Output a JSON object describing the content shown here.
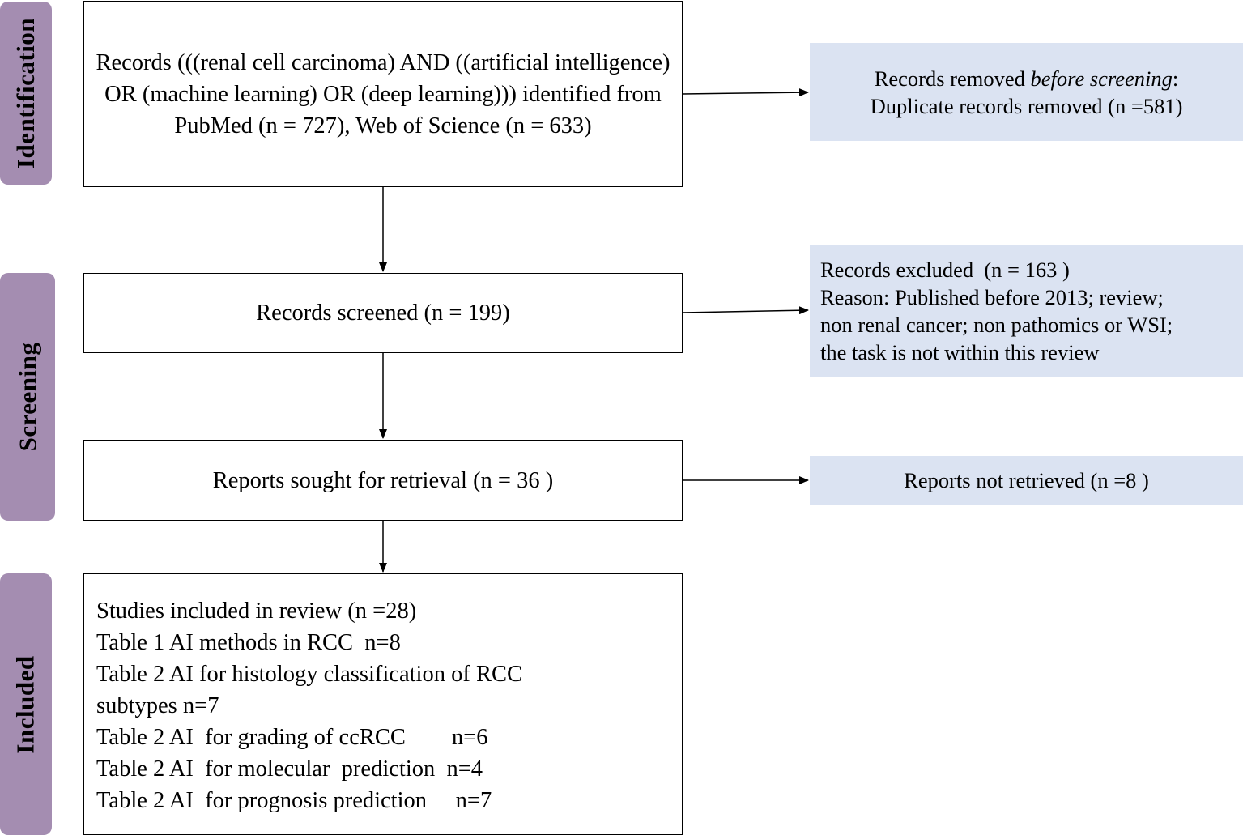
{
  "colors": {
    "phase_tab": "#a48db1",
    "side_box": "#dbe3f2",
    "border": "#000000"
  },
  "phases": {
    "identification": "Identification",
    "screening": "Screening",
    "included": "Included"
  },
  "boxes": {
    "records_identified": "Records (((renal cell carcinoma) AND ((artificial intelligence) OR (machine learning) OR (deep learning))) identified from PubMed (n = 727), Web of Science (n = 633)",
    "records_screened": "Records screened (n = 199)",
    "reports_sought": "Reports sought for retrieval (n = 36 )",
    "included_lines": [
      "Studies included in review (n =28)",
      "Table 1 AI methods in RCC  n=8",
      "Table 2 AI for histology classification of RCC",
      "subtypes n=7",
      "Table 2 AI  for grading of ccRCC        n=6",
      "Table 2 AI  for molecular  prediction  n=4",
      "Table 2 AI  for prognosis prediction     n=7"
    ]
  },
  "side": {
    "removed_line1_pre": "Records removed ",
    "removed_line1_italic": "before screening",
    "removed_line1_post": ":",
    "removed_line2": "Duplicate records removed  (n =581)",
    "excluded_lines": [
      "Records excluded  (n = 163 )",
      "Reason: Published before 2013; review;",
      "non renal cancer; non pathomics or WSI;",
      "the task is not within this review"
    ],
    "not_retrieved": "Reports not retrieved (n =8 )"
  }
}
